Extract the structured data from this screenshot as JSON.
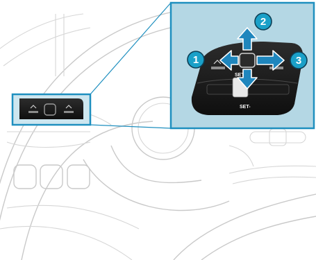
{
  "figure": {
    "callouts": [
      {
        "id": "1"
      },
      {
        "id": "2"
      },
      {
        "id": "3"
      }
    ],
    "control_labels": {
      "set_plus": "SET+",
      "set_minus": "SET-"
    },
    "colors": {
      "highlight": "#1e8fbf",
      "inset_background": "#b4d7e4",
      "callout_fill": "#1aa0c8",
      "arrow_fill": "#1f86bd"
    }
  }
}
